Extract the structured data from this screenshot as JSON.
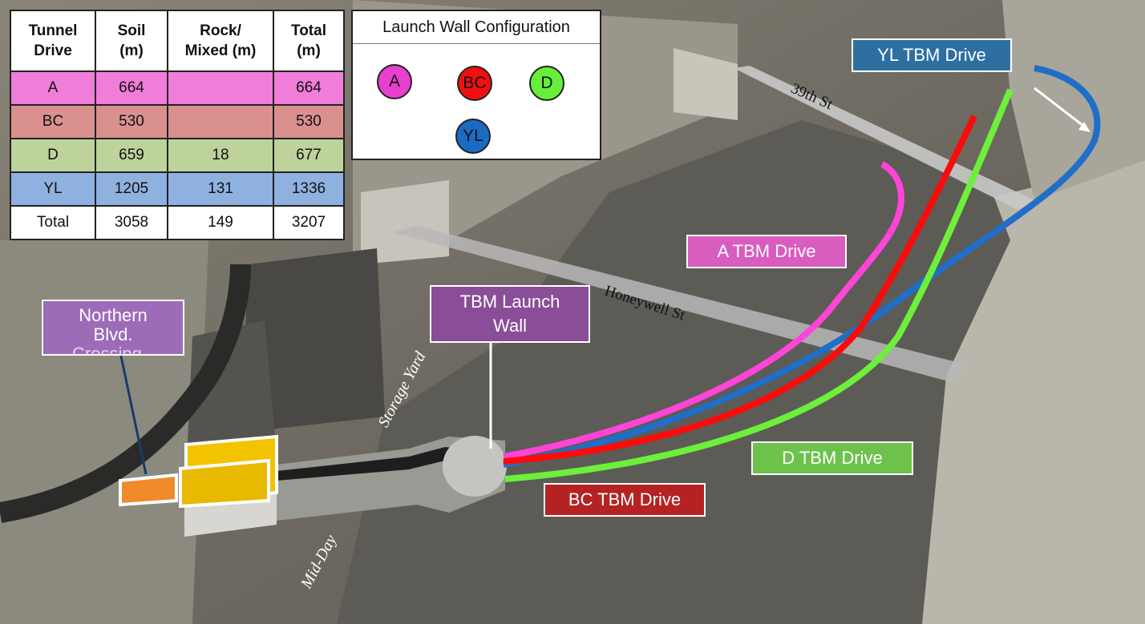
{
  "table": {
    "headers": [
      "Tunnel\nDrive",
      "Soil\n(m)",
      "Rock/\nMixed (m)",
      "Total\n(m)"
    ],
    "rows": [
      {
        "drive": "A",
        "soil": "664",
        "rock": "",
        "total": "664"
      },
      {
        "drive": "BC",
        "soil": "530",
        "rock": "",
        "total": "530"
      },
      {
        "drive": "D",
        "soil": "659",
        "rock": "18",
        "total": "677"
      },
      {
        "drive": "YL",
        "soil": "1205",
        "rock": "131",
        "total": "1336"
      },
      {
        "drive": "Total",
        "soil": "3058",
        "rock": "149",
        "total": "3207"
      }
    ],
    "row_colors": {
      "A": "#f07dd9",
      "BC": "#d9908f",
      "D": "#bdd39b",
      "YL": "#8fb1e0"
    }
  },
  "launch_wall": {
    "title": "Launch Wall Configuration",
    "circles": [
      {
        "label": "A",
        "color": "#e83fd0"
      },
      {
        "label": "BC",
        "color": "#f01010"
      },
      {
        "label": "D",
        "color": "#66ee3a"
      },
      {
        "label": "YL",
        "color": "#1a6bc4"
      }
    ]
  },
  "labels": {
    "yl_drive": "YL TBM Drive",
    "a_drive": "A TBM Drive",
    "d_drive": "D TBM Drive",
    "bc_drive": "BC TBM Drive",
    "launch_wall_l1": "TBM Launch",
    "launch_wall_l2": "Wall",
    "northern_l1": "Northern",
    "northern_l2": "Blvd.",
    "northern_l3": "Crossing"
  },
  "streets": {
    "st39": "39th St",
    "honeywell": "Honeywell St",
    "storage_yard": "Storage Yard",
    "midday": "Mid-Day"
  },
  "colors": {
    "a": "#ff44d8",
    "bc": "#ff0a0a",
    "d": "#6cf03a",
    "yl": "#1f6ec8",
    "yl_box": "#2d6fa0",
    "a_box": "#d95cbf",
    "d_box": "#6cc24a",
    "bc_box": "#b52222",
    "launch_box": "#8a4d98",
    "northern_box": "#9d6bb8",
    "shaft": "#f3c200",
    "crossing": "#f08a2a"
  }
}
